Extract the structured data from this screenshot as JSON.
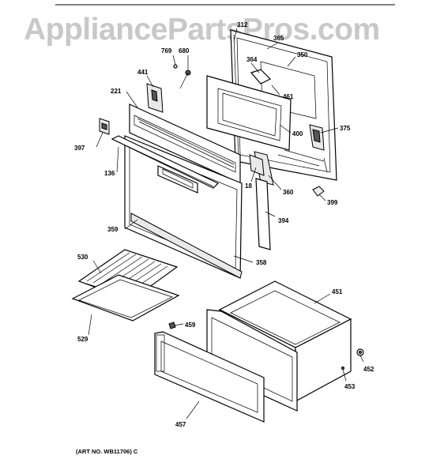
{
  "watermark": "AppliancePartsPros.com",
  "art_number": "(ART NO. WB11706) C",
  "callouts": {
    "c312": "312",
    "c365": "365",
    "c769": "769",
    "c680": "680",
    "c364": "364",
    "c350": "350",
    "c441": "441",
    "c221": "221",
    "c461": "461",
    "c375": "375",
    "c400": "400",
    "c397": "397",
    "c136": "136",
    "c18": "18",
    "c360": "360",
    "c399": "399",
    "c394": "394",
    "c359": "359",
    "c358": "358",
    "c530": "530",
    "c451": "451",
    "c459": "459",
    "c529": "529",
    "c452": "452",
    "c453": "453",
    "c457": "457"
  }
}
